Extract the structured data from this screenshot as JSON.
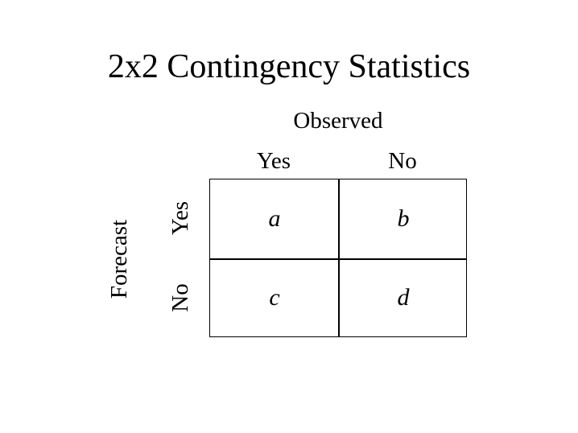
{
  "title": "2x2 Contingency Statistics",
  "observed_label": "Observed",
  "forecast_label": "Forecast",
  "columns": [
    "Yes",
    "No"
  ],
  "rows": [
    "Yes",
    "No"
  ],
  "cells": [
    [
      "a",
      "b"
    ],
    [
      "c",
      "d"
    ]
  ]
}
